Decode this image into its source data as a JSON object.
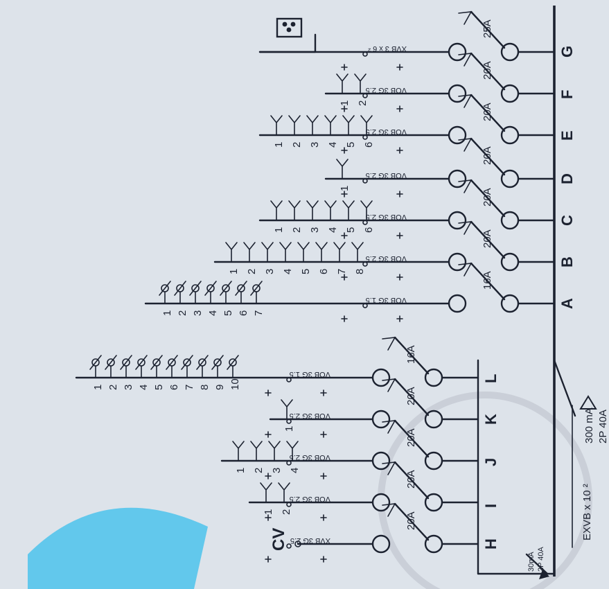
{
  "diagram": {
    "main_breaker": {
      "label_current": "300 mA",
      "label_rating": "2P 40A"
    },
    "main_cable": {
      "label": "EXVB x 10 ²"
    },
    "secondary_breaker": {
      "label_current": "30mA",
      "label_rating": "2P 40A"
    },
    "circuits": [
      {
        "letter": "G",
        "breaker": "25A",
        "cable": "XVB 3 x 6 ²",
        "outlet": "power-socket",
        "points": []
      },
      {
        "letter": "F",
        "breaker": "20A",
        "cable": "VOB 3G 2.5",
        "outlet": "socket",
        "points": [
          "1",
          "2"
        ]
      },
      {
        "letter": "E",
        "breaker": "20A",
        "cable": "VOB 3G 2.5",
        "outlet": "socket",
        "points": [
          "1",
          "2",
          "3",
          "4",
          "5",
          "6"
        ]
      },
      {
        "letter": "D",
        "breaker": "20A",
        "cable": "VOB 3G 2.5",
        "outlet": "socket",
        "points": [
          "1"
        ]
      },
      {
        "letter": "C",
        "breaker": "20A",
        "cable": "VOB 3G 2.5",
        "outlet": "socket",
        "points": [
          "1",
          "2",
          "3",
          "4",
          "5",
          "6"
        ]
      },
      {
        "letter": "B",
        "breaker": "20A",
        "cable": "VOB 3G 2.5",
        "outlet": "socket",
        "points": [
          "1",
          "2",
          "3",
          "4",
          "5",
          "6",
          "7",
          "8"
        ]
      },
      {
        "letter": "A",
        "breaker": "16A",
        "cable": "VOB 3G 1.5",
        "outlet": "light",
        "points": [
          "1",
          "2",
          "3",
          "4",
          "5",
          "6",
          "7"
        ]
      },
      {
        "letter": "L",
        "breaker": "16A",
        "cable": "VOB 3G 1.5",
        "outlet": "light",
        "points": [
          "1",
          "2",
          "3",
          "4",
          "5",
          "6",
          "7",
          "8",
          "9",
          "10"
        ]
      },
      {
        "letter": "K",
        "breaker": "20A",
        "cable": "VOB 3G 2.5",
        "outlet": "socket",
        "points": [
          "1"
        ]
      },
      {
        "letter": "J",
        "breaker": "20A",
        "cable": "VOB 3G 2.5",
        "outlet": "socket",
        "points": [
          "1",
          "2",
          "3",
          "4"
        ]
      },
      {
        "letter": "I",
        "breaker": "20A",
        "cable": "VOB 3G 2.5",
        "outlet": "socket",
        "points": [
          "1",
          "2"
        ]
      },
      {
        "letter": "H",
        "breaker": "20A",
        "cable": "XVB 3G 2.5",
        "outlet": "cv",
        "points": [
          "CV"
        ]
      }
    ]
  }
}
